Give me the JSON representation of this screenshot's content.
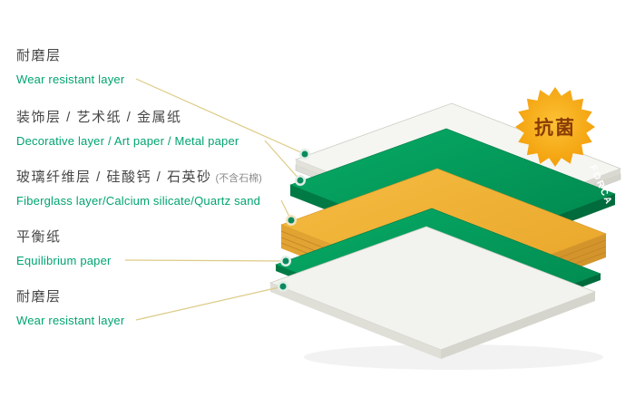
{
  "badge": {
    "label": "抗菌"
  },
  "brand": {
    "label": "FORCA"
  },
  "labels": [
    {
      "zh": "耐磨层",
      "note": "",
      "en": "Wear resistant layer"
    },
    {
      "zh": "装饰层 / 艺术纸 / 金属纸",
      "note": "",
      "en": "Decorative layer / Art paper / Metal paper"
    },
    {
      "zh": "玻璃纤维层 / 硅酸钙 / 石英砂",
      "note": "(不含石棉)",
      "en": "Fiberglass layer/Calcium silicate/Quartz sand"
    },
    {
      "zh": "平衡纸",
      "note": "",
      "en": "Equilibrium paper"
    },
    {
      "zh": "耐磨层",
      "note": "",
      "en": "Wear resistant layer"
    }
  ],
  "colors": {
    "accent_green_text": "#00A470",
    "layer_green": "#00A05B",
    "layer_yellow": "#EFAF35",
    "sheet_white": "#F5F5F2",
    "badge_orange": "#F6A818",
    "badge_text": "#8A3C06",
    "leader_line": "#DCCB86",
    "dot_teal": "#0A8A5E"
  }
}
